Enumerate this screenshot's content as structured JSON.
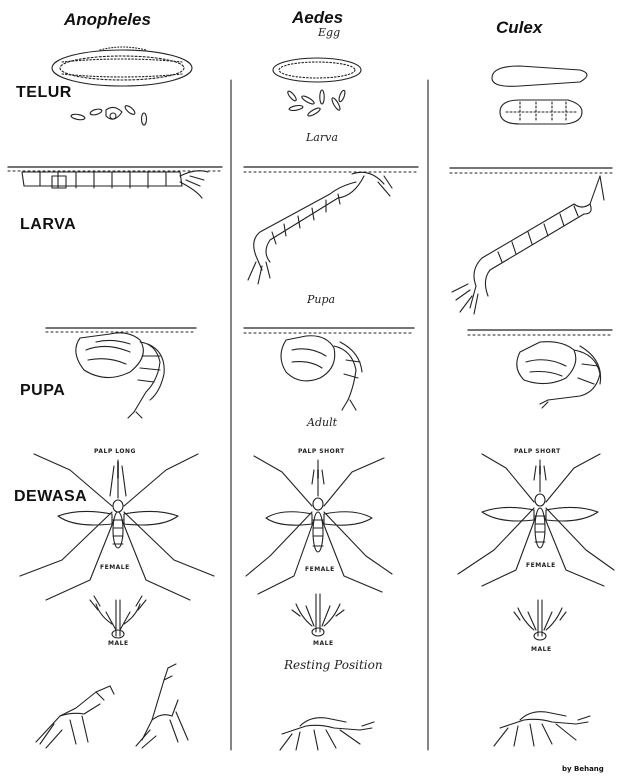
{
  "columns": {
    "anopheles": "Anopheles",
    "aedes": "Aedes",
    "culex": "Culex"
  },
  "stages": {
    "telur": "TELUR",
    "larva": "LARVA",
    "pupa": "PUPA",
    "dewasa": "DEWASA"
  },
  "handwritten": {
    "egg": "Egg",
    "larva": "Larva",
    "pupa": "Pupa",
    "adult": "Adult",
    "resting": "Resting Position"
  },
  "labels": {
    "anopheles_palp": "PALP LONG",
    "aedes_palp": "PALP SHORT",
    "culex_palp": "PALP SHORT",
    "female": "FEMALE",
    "male": "MALE"
  },
  "credit": "by Behang"
}
